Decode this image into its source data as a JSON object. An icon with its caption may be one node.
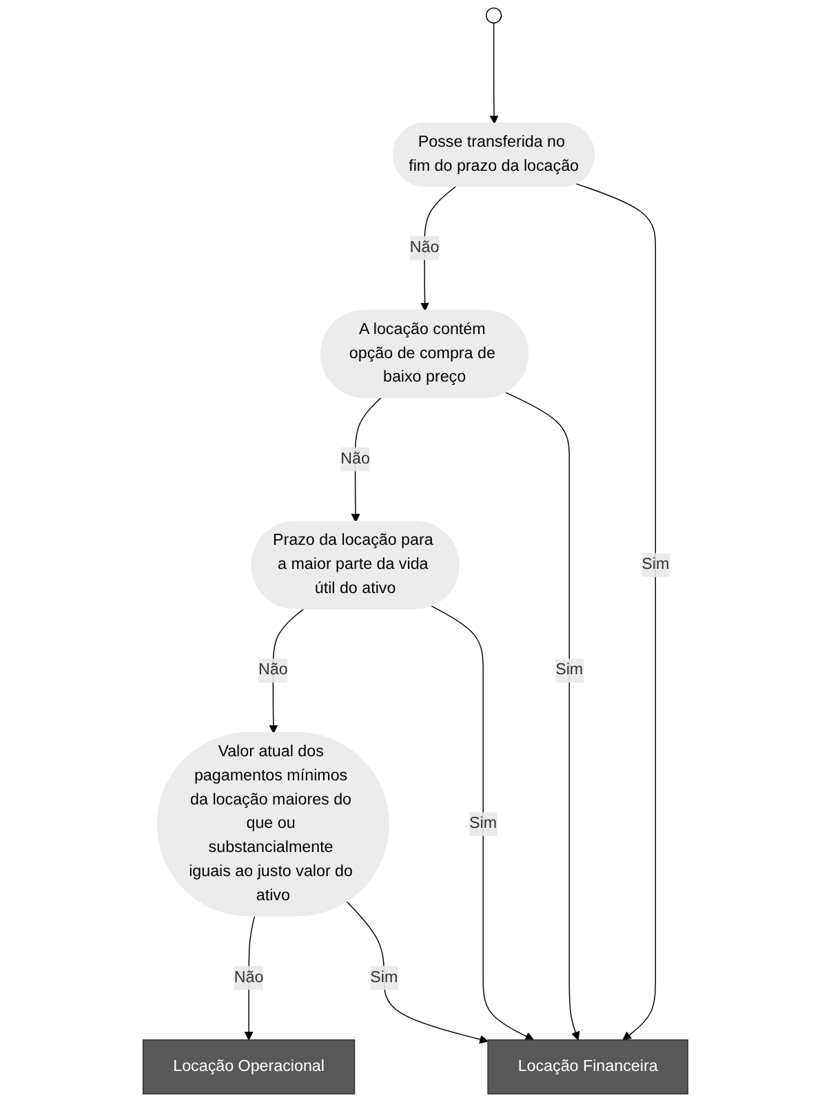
{
  "diagram": {
    "nodes": [
      {
        "text": [],
        "shape": "circle"
      },
      {
        "text": [
          "Posse transferida no fim do prazo da locação"
        ]
      },
      {
        "text": [
          "A locação contém opção de compra de baixo preço"
        ]
      },
      {
        "text": [
          "Prazo da locação para a maior parte da vida útil do ativo"
        ]
      },
      {
        "text": [
          "Valor atual dos pagamentos mínimos da locação maiores do que ou substancialmente iguais ao justo valor do ativo"
        ]
      },
      {
        "text": [
          "Locação Operacional"
        ]
      },
      {
        "text": [
          "Locação Financeira"
        ]
      }
    ],
    "edges": [
      {
        "from": 0,
        "to": 1,
        "arrow": "to"
      },
      {
        "from": 1,
        "to": 2,
        "arrow": "to",
        "label": "Não"
      },
      {
        "from": 1,
        "to": 6,
        "arrow": "to",
        "label": "Sim"
      },
      {
        "from": 2,
        "to": 3,
        "arrow": "to",
        "label": "Não"
      },
      {
        "from": 2,
        "to": 6,
        "arrow": "to",
        "label": "Sim"
      },
      {
        "from": 3,
        "to": 4,
        "arrow": "to",
        "label": "Não"
      },
      {
        "from": 3,
        "to": 6,
        "arrow": "to",
        "label": "Sim"
      },
      {
        "from": 4,
        "to": 5,
        "arrow": "to",
        "label": "Não"
      },
      {
        "from": 4,
        "to": 6,
        "arrow": "to",
        "label": "Sim"
      }
    ]
  }
}
